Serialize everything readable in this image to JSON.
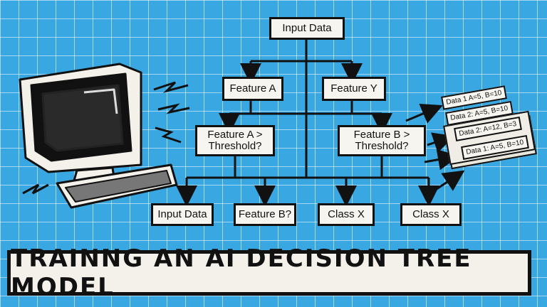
{
  "title": "TRAINNG AN AI DECISION TREE MODEL",
  "nodes": {
    "root": "Input Data",
    "feature_a": "Feature A",
    "feature_y": "Feature Y",
    "feature_a_threshold": "Feature A >\nThreshold?",
    "feature_b_threshold": "Feature B >\nThreshold?",
    "leaf_1": "Input Data",
    "leaf_2": "Feature B?",
    "leaf_3": "Class X",
    "leaf_4": "Class X"
  },
  "data_cards": [
    "Data 1 A=5, B=10",
    "Data 2: A=5, B=10",
    "Data 2: A=12, B=3",
    "Data 1: A=5, B=10"
  ],
  "colors": {
    "background": "#39a7e2",
    "ink": "#111111",
    "paper": "#f7f5ef"
  },
  "icons": [
    "computer-icon",
    "keyboard-icon",
    "lightning-icon",
    "paper-stack-icon"
  ]
}
